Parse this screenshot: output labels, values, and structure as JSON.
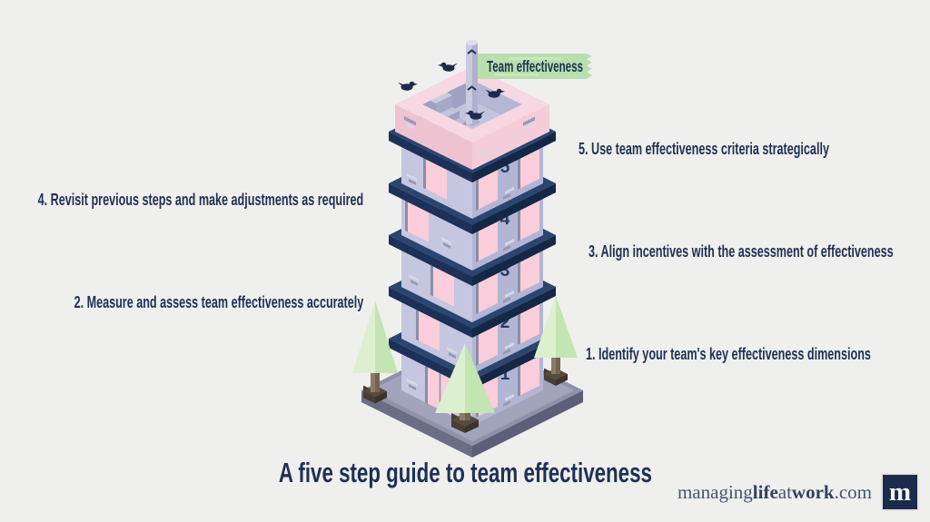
{
  "flag": {
    "label": "Team effectiveness"
  },
  "building": {
    "floor_numbers": [
      "1",
      "2",
      "3",
      "4",
      "5"
    ]
  },
  "steps": [
    {
      "label": "1. Identify your team's key effectiveness dimensions",
      "side": "right"
    },
    {
      "label": "2. Measure and assess team effectiveness accurately",
      "side": "left"
    },
    {
      "label": "3. Align incentives with the assessment of effectiveness",
      "side": "right"
    },
    {
      "label": "4. Revisit previous steps and make adjustments as required",
      "side": "left"
    },
    {
      "label": "5. Use team effectiveness criteria strategically",
      "side": "right"
    }
  ],
  "title": "A five step guide to team effectiveness",
  "footer": {
    "brand_prefix": "managing",
    "brand_bold_1": "life",
    "brand_mid": "at",
    "brand_bold_2": "work",
    "brand_suffix": ".com",
    "logo_letter": "m"
  },
  "colors": {
    "background": "#efefed",
    "navy_text": "#1e3054",
    "banner_green": "#b8dfad",
    "wall_left": "#c5c6df",
    "wall_right": "#b3b5d4",
    "window_pink": "#f9cdd9",
    "parapet_pink": "#f3c9d6",
    "slab_navy": "#1d3158",
    "platform_gray": "#a3a4bc",
    "tree_green": "#c5e6b3",
    "logo_navy": "#1b2b4d"
  }
}
